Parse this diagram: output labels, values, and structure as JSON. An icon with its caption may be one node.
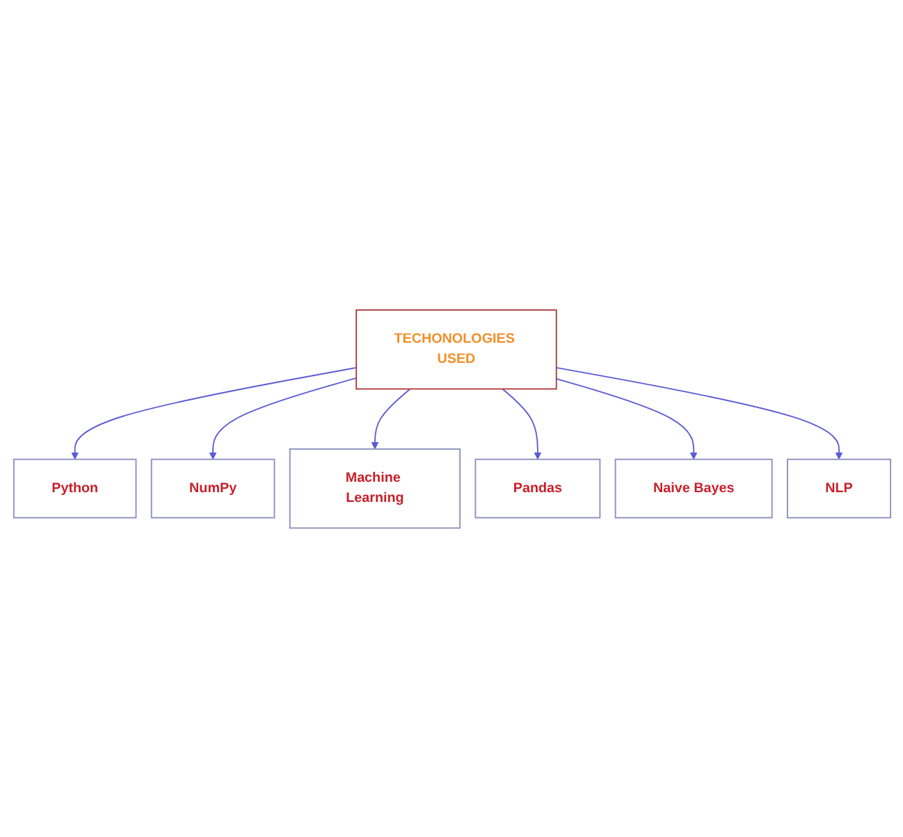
{
  "diagram": {
    "nodes": [
      {
        "text": [
          "Python"
        ]
      },
      {
        "text": [
          "NumPy"
        ]
      },
      {
        "text": [
          "Machine Learning"
        ]
      },
      {
        "text": [
          "TECHONOLOGIES USED"
        ]
      },
      {
        "text": [
          "Pandas"
        ]
      },
      {
        "text": [
          "Naive Bayes"
        ]
      },
      {
        "text": [
          "NLP"
        ]
      }
    ],
    "edges": [
      {
        "from": 3,
        "to": 0,
        "arrow": "to"
      },
      {
        "from": 3,
        "to": 1,
        "arrow": "to"
      },
      {
        "from": 3,
        "to": 2,
        "arrow": "to"
      },
      {
        "from": 3,
        "to": 4,
        "arrow": "to"
      },
      {
        "from": 3,
        "to": 5,
        "arrow": "to"
      },
      {
        "from": 3,
        "to": 6,
        "arrow": "to"
      }
    ]
  }
}
